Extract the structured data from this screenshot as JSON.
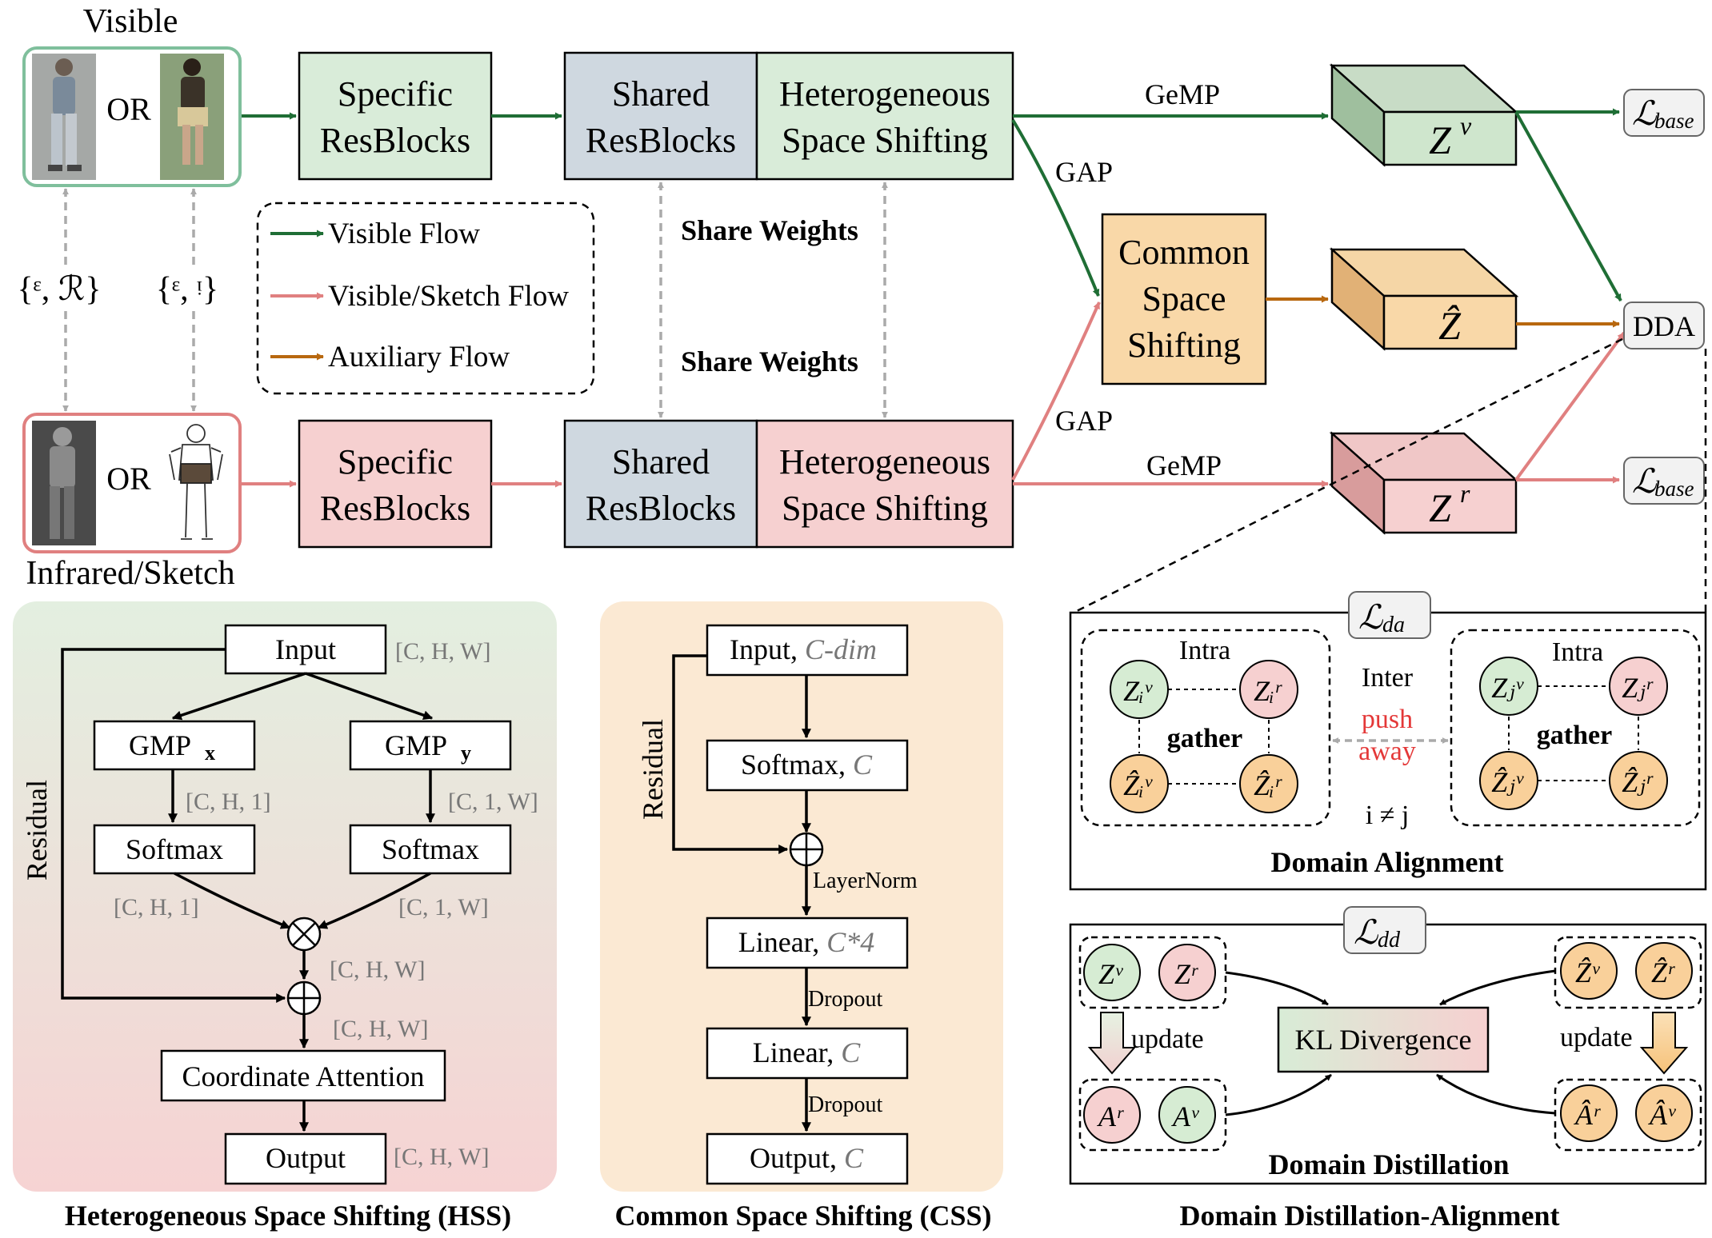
{
  "inputs": {
    "visible_label": "Visible",
    "infrared_sketch_label": "Infrared/Sketch",
    "or_label": "OR",
    "pair_vr": "{ᵋ, ℛ}",
    "pair_vs": "{ᵋ, ᵎ}"
  },
  "pipeline": {
    "specific_resblocks": [
      "Specific",
      "ResBlocks"
    ],
    "shared_resblocks": [
      "Shared",
      "ResBlocks"
    ],
    "hss_block": [
      "Heterogeneous",
      "Space Shifting"
    ],
    "share_weights": "Share Weights",
    "gemp": "GeMP",
    "gap": "GAP",
    "css_block": [
      "Common",
      "Space",
      "Shifting"
    ],
    "dda": "DDA",
    "loss_base": "ℒ",
    "loss_base_sub": "base",
    "features": {
      "zv": "Z",
      "zv_sup": "v",
      "zhat": "Ẑ",
      "zr": "Z",
      "zr_sup": "r"
    }
  },
  "legend": {
    "visible_flow": "Visible Flow",
    "visible_sketch_flow": "Visible/Sketch Flow",
    "auxiliary_flow": "Auxiliary Flow"
  },
  "hss": {
    "title": "Heterogeneous Space Shifting (HSS)",
    "residual": "Residual",
    "input": "Input",
    "gmp_x": "GMP",
    "gmp_x_sub": "x",
    "gmp_y": "GMP",
    "gmp_y_sub": "y",
    "softmax": "Softmax",
    "coord_att": "Coordinate Attention",
    "output": "Output",
    "dim_chw": "[C, H, W]",
    "dim_ch1": "[C, H, 1]",
    "dim_c1w": "[C, 1, W]"
  },
  "css": {
    "title": "Common Space Shifting (CSS)",
    "residual": "Residual",
    "input": "Input, ",
    "input_dim": "C-dim",
    "softmax": "Softmax, ",
    "linear": "Linear, ",
    "output": "Output, ",
    "dim_c": "C",
    "dim_c4": "C*4",
    "layernorm": "LayerNorm",
    "dropout": "Dropout"
  },
  "dda": {
    "title": "Domain Distillation-Alignment",
    "alignment_title": "Domain Alignment",
    "distillation_title": "Domain Distillation",
    "loss_da_sub": "da",
    "loss_dd_sub": "dd",
    "intra": "Intra",
    "inter": "Inter",
    "gather": "gather",
    "push": "push",
    "away": "away",
    "i_neq_j": "i ≠ j",
    "kl": "KL Divergence",
    "update": "update"
  },
  "colors": {
    "green_flow": "#1f6e35",
    "pink_flow": "#e08080",
    "orange_flow": "#b8680f",
    "green_fill": "#d9ecd9",
    "pink_fill": "#f6d0d0",
    "blue_fill": "#cfd8e0",
    "orange_fill": "#f9d8a8",
    "gray_arrow": "#aaaaaa",
    "red_text": "#e43838"
  }
}
